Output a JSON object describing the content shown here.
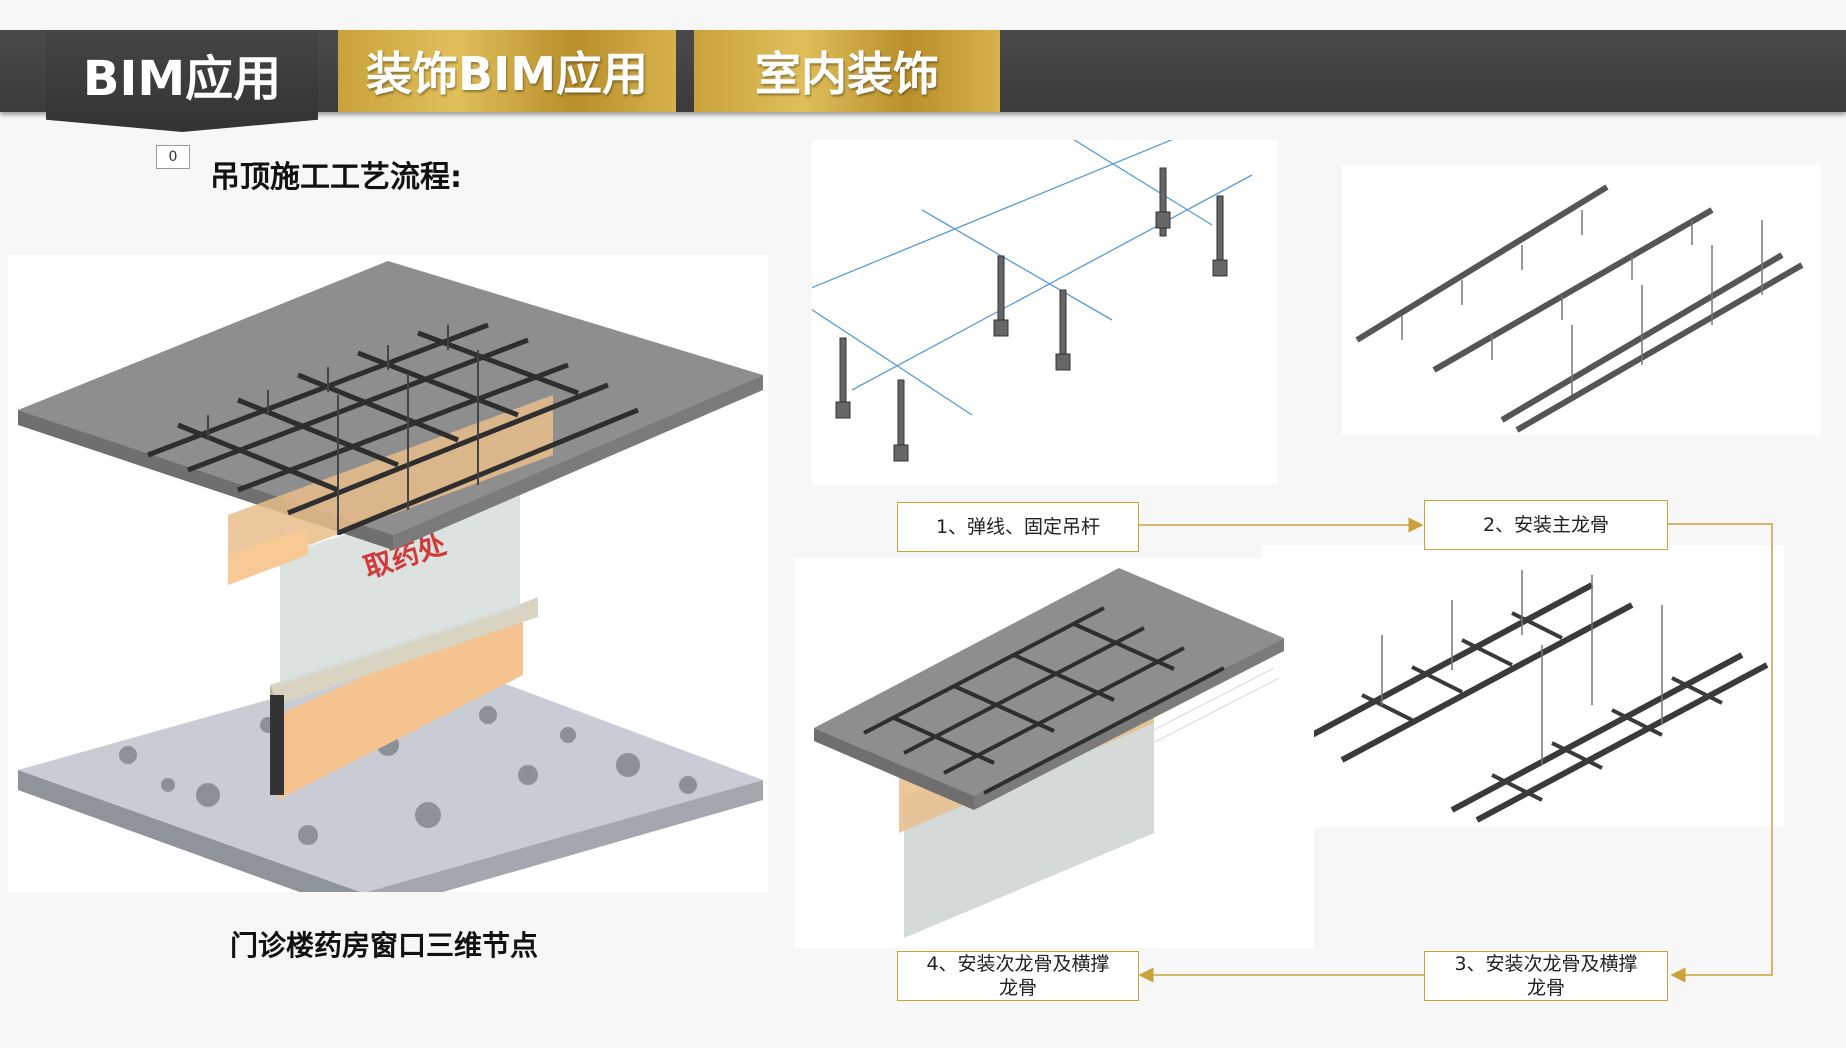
{
  "header": {
    "tab1": "BIM应用",
    "tab2": "装饰BIM应用",
    "tab3": "室内装饰"
  },
  "slide_number": "0",
  "heading": "吊顶施工工艺流程:",
  "main_model": {
    "sign_text": "取药处"
  },
  "caption": "门诊楼药房窗口三维节点",
  "steps": [
    {
      "label": "1、弹线、固定吊杆"
    },
    {
      "label": "2、安装主龙骨"
    },
    {
      "label": "3、安装次龙骨及横撑龙骨"
    },
    {
      "label": "4、安装次龙骨及横撑龙骨"
    }
  ],
  "colors": {
    "gold": "#c9a23a",
    "bar": "#3f3f3f",
    "slab": "#8e8e8e",
    "wood": "#f2c38e",
    "glass": "#cfd9d4"
  }
}
